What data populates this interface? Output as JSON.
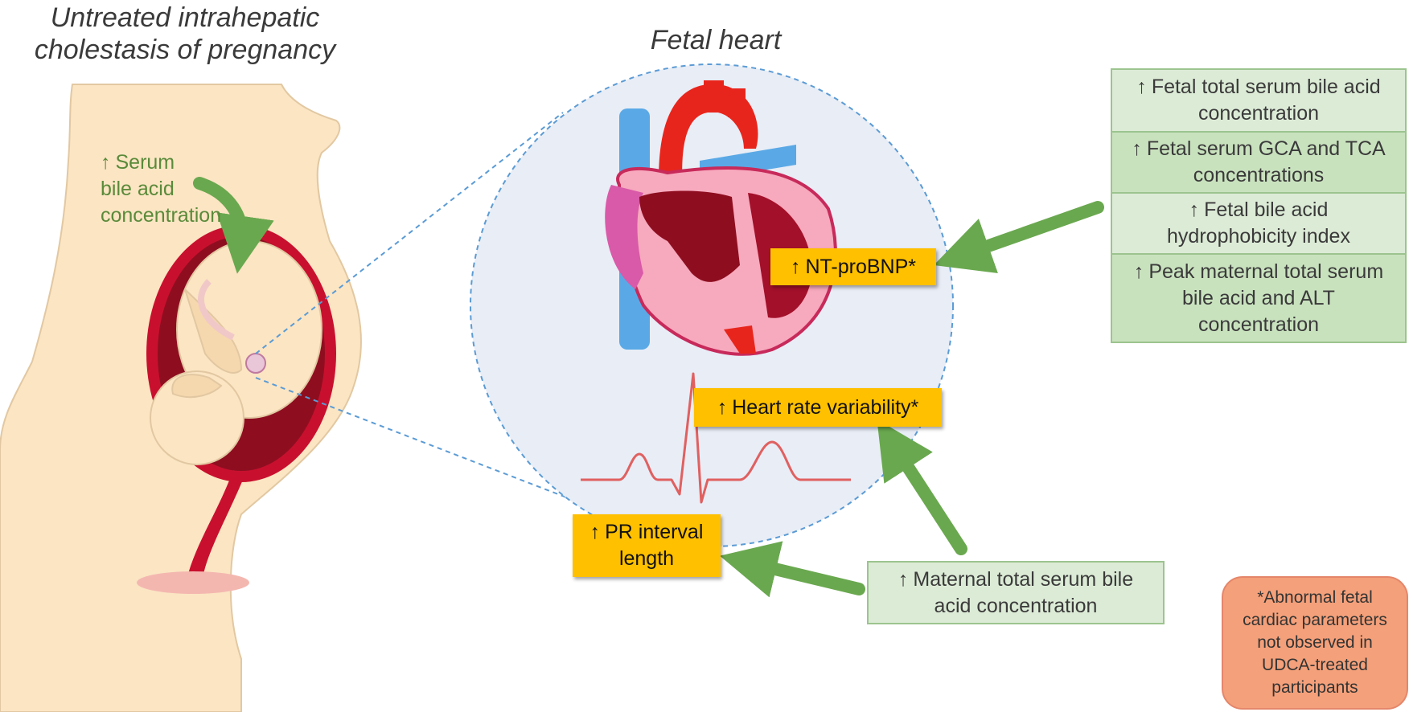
{
  "titles": {
    "left_line1": "Untreated intrahepatic",
    "left_line2": "cholestasis of pregnancy",
    "center": "Fetal heart"
  },
  "mother_label": {
    "arrow": "↑",
    "line1": "Serum",
    "line2": "bile acid",
    "line3": "concentration"
  },
  "green_stack": [
    {
      "arrow": "↑",
      "line1": "Fetal total serum bile acid",
      "line2": "concentration"
    },
    {
      "arrow": "↑",
      "line1": "Fetal serum GCA and TCA",
      "line2": "concentrations"
    },
    {
      "arrow": "↑",
      "line1": "Fetal bile acid",
      "line2": "hydrophobicity index"
    },
    {
      "arrow": "↑",
      "line1": "Peak maternal total serum",
      "line2": "bile acid and ALT",
      "line3": "concentration"
    }
  ],
  "maternal_box": {
    "arrow": "↑",
    "line1": "Maternal total serum bile",
    "line2": "acid concentration"
  },
  "yellow_boxes": {
    "ntprobnp": {
      "arrow": "↑",
      "text": "NT-proBNP*"
    },
    "hrv": {
      "arrow": "↑",
      "text": "Heart rate variability*"
    },
    "pr": {
      "arrow": "↑",
      "line1": "PR interval",
      "line2": "length"
    }
  },
  "note": {
    "line1": "*Abnormal fetal",
    "line2": "cardiac parameters",
    "line3": "not observed in",
    "line4": "UDCA-treated",
    "line5": "participants"
  },
  "colors": {
    "green_arrow": "#6aa84f",
    "yellow_box": "#ffc000",
    "green_box": "#dcebd6",
    "note_box": "#f4a07a",
    "circle_fill": "#e8edf6"
  }
}
